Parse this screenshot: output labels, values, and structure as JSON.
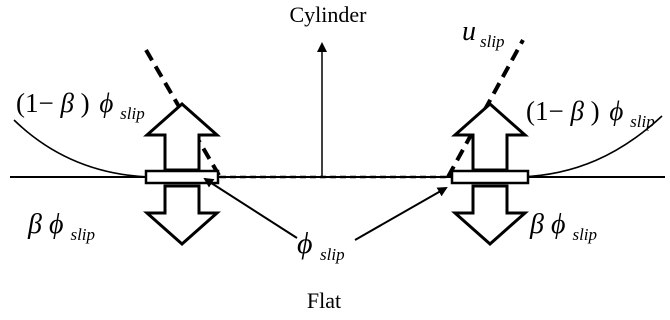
{
  "labels": {
    "cylinder": "Cylinder",
    "flat": "Flat",
    "u_slip_sym": "u",
    "u_slip_sub": "slip",
    "top_left_pre": "(1−",
    "top_left_beta": "β",
    "top_left_mid": ")",
    "top_left_phi": "ϕ",
    "top_left_sub": "slip",
    "top_right_pre": "(1−",
    "top_right_beta": "β",
    "top_right_mid": ")",
    "top_right_phi": "ϕ",
    "top_right_sub": "slip",
    "bottom_left_beta": "β",
    "bottom_left_phi": "ϕ",
    "bottom_left_sub": "slip",
    "bottom_right_beta": "β",
    "bottom_right_phi": "ϕ",
    "bottom_right_sub": "slip",
    "center_phi": "ϕ",
    "center_sub": "slip"
  },
  "colors": {
    "ink": "#000000",
    "background": "#ffffff"
  }
}
